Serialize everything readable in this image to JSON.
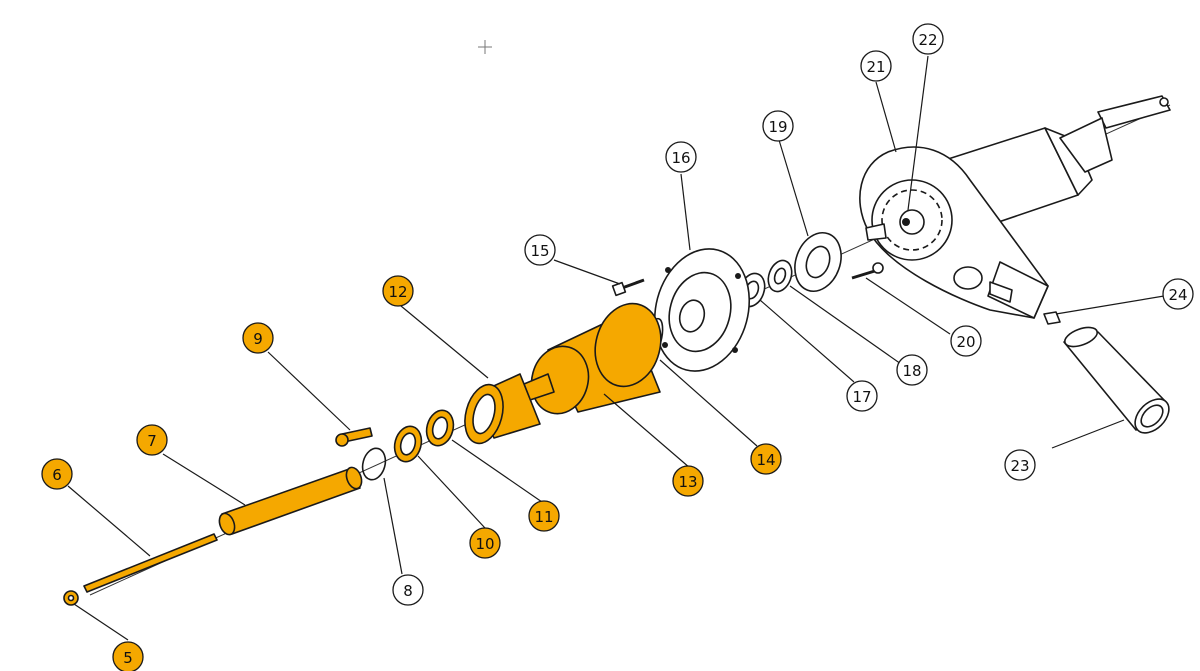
{
  "colors": {
    "highlight": "#f5a800",
    "outline": "#1a1a1a",
    "background": "#ffffff"
  },
  "labels": [
    {
      "id": "5",
      "highlighted": true
    },
    {
      "id": "6",
      "highlighted": true
    },
    {
      "id": "7",
      "highlighted": true
    },
    {
      "id": "8",
      "highlighted": false
    },
    {
      "id": "9",
      "highlighted": true
    },
    {
      "id": "10",
      "highlighted": true
    },
    {
      "id": "11",
      "highlighted": true
    },
    {
      "id": "12",
      "highlighted": true
    },
    {
      "id": "13",
      "highlighted": true
    },
    {
      "id": "14",
      "highlighted": true
    },
    {
      "id": "15",
      "highlighted": false
    },
    {
      "id": "16",
      "highlighted": false
    },
    {
      "id": "17",
      "highlighted": false
    },
    {
      "id": "18",
      "highlighted": false
    },
    {
      "id": "19",
      "highlighted": false
    },
    {
      "id": "20",
      "highlighted": false
    },
    {
      "id": "21",
      "highlighted": false
    },
    {
      "id": "22",
      "highlighted": false
    },
    {
      "id": "23",
      "highlighted": false
    },
    {
      "id": "24",
      "highlighted": false
    }
  ]
}
